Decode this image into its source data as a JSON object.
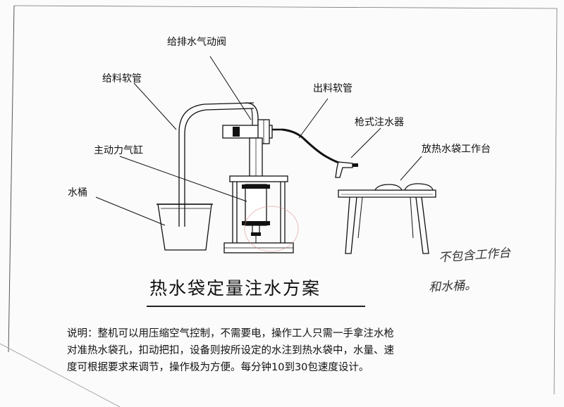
{
  "labels": {
    "valve": "给排水气动阀",
    "feed_hose": "给料软管",
    "outlet_hose": "出料软管",
    "gun_injector": "枪式注水器",
    "workbench": "放热水袋工作台",
    "main_cylinder": "主动力气缸",
    "bucket": "水桶"
  },
  "title": "热水袋定量注水方案",
  "description": {
    "line1": "说明：整机可以用压缩空气控制，不需要电，操作工人只需一手拿注水枪",
    "line2": "对准热水袋孔，扣动把扣，设备则按所设定的水注到热水袋中，水量、速",
    "line3": "度可根据要求来调节，操作极为方便。每分钟10到30包速度设计。"
  },
  "handwritten_note": {
    "line1": "不包含工作台",
    "line2": "和水桶。"
  },
  "colors": {
    "ink": "#111111",
    "stamp": "#d98a8a",
    "paper": "#fbfbfb"
  }
}
